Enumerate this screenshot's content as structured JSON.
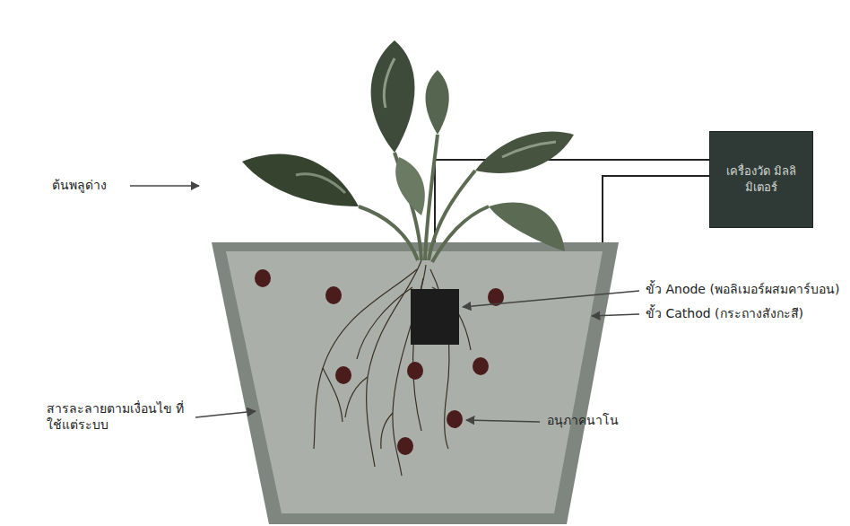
{
  "diagram": {
    "nodes": [
      {
        "text": [
          "เครื่องวัด มิลลิมิเตอร์"
        ]
      }
    ],
    "labels": [
      "ต้นพลูด่าง",
      "ขั้ว Anode (พอลิเมอร์ผสมคาร์บอน)",
      "ขั้ว Cathod (กระถางสังกะสี)",
      "สารละลายตามเงื่อนไข ที่ใช้แต่ระบบ",
      "อนุภาคนาโน"
    ]
  }
}
